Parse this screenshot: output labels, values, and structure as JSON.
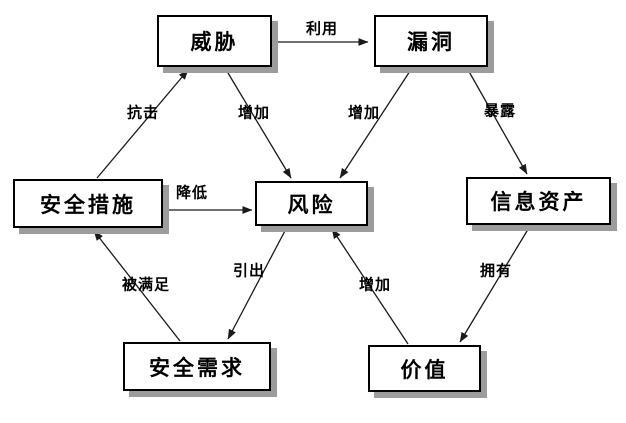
{
  "diagram": {
    "description": "Information security risk relationship diagram",
    "colors": {
      "background": "#ffffff",
      "box_fill": "#ffffff",
      "box_border": "#000000",
      "box_shadow": "#9c9c9c",
      "line": "#1a1a1a",
      "text": "#000000"
    },
    "nodes": {
      "threat": {
        "label": "威胁"
      },
      "vulnerability": {
        "label": "漏洞"
      },
      "safeguards": {
        "label": "安全措施"
      },
      "risk": {
        "label": "风险"
      },
      "info_assets": {
        "label": "信息资产"
      },
      "security_requirements": {
        "label": "安全需求"
      },
      "value": {
        "label": "价值"
      }
    },
    "edges": {
      "exploit": {
        "label": "利用",
        "from": "威胁",
        "to": "漏洞"
      },
      "resist": {
        "label": "抗击",
        "from": "安全措施",
        "to": "威胁"
      },
      "threat_increase": {
        "label": "增加",
        "from": "威胁",
        "to": "风险"
      },
      "vuln_increase": {
        "label": "增加",
        "from": "漏洞",
        "to": "风险"
      },
      "expose": {
        "label": "暴露",
        "from": "漏洞",
        "to": "信息资产"
      },
      "reduce": {
        "label": "降低",
        "from": "安全措施",
        "to": "风险"
      },
      "satisfy": {
        "label": "被满足",
        "from": "安全需求",
        "to": "安全措施"
      },
      "derive": {
        "label": "引出",
        "from": "风险",
        "to": "安全需求"
      },
      "value_increase": {
        "label": "增加",
        "from": "价值",
        "to": "风险"
      },
      "own": {
        "label": "拥有",
        "from": "信息资产",
        "to": "价值"
      }
    }
  }
}
